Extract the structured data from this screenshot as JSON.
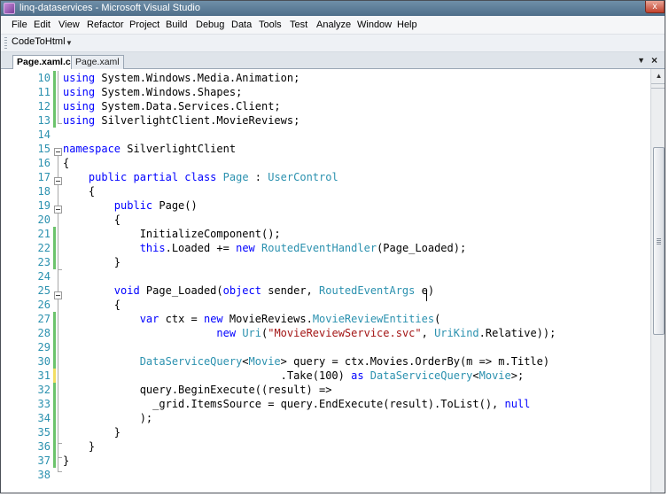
{
  "window": {
    "title": "linq-dataservices - Microsoft Visual Studio",
    "close_glyph": "x"
  },
  "menu": [
    "File",
    "Edit",
    "View",
    "Refactor",
    "Project",
    "Build",
    "Debug",
    "Data",
    "Tools",
    "Test",
    "Analyze",
    "Window",
    "Help"
  ],
  "toolbar": {
    "code_to_html_label": "CodeToHtml",
    "overflow_glyph": "▼"
  },
  "tabs": {
    "active": "Page.xaml.cs*",
    "inactive": "Page.xaml",
    "dropdown_glyph": "▼",
    "close_glyph": "×"
  },
  "colors": {
    "keyword": "#0000ff",
    "type": "#2b91af",
    "string": "#a31515",
    "line_number": "#2b91af",
    "change_saved": "#6cc36c",
    "change_unsaved": "#f2de63"
  },
  "editor": {
    "lines": [
      {
        "n": "10",
        "tokens": [
          [
            "k",
            "using"
          ],
          [
            "p",
            " System.Windows.Media.Animation;"
          ]
        ]
      },
      {
        "n": "11",
        "tokens": [
          [
            "k",
            "using"
          ],
          [
            "p",
            " System.Windows.Shapes;"
          ]
        ]
      },
      {
        "n": "12",
        "tokens": [
          [
            "k",
            "using"
          ],
          [
            "p",
            " System.Data.Services.Client;"
          ]
        ]
      },
      {
        "n": "13",
        "tokens": [
          [
            "k",
            "using"
          ],
          [
            "p",
            " SilverlightClient.MovieReviews;"
          ]
        ]
      },
      {
        "n": "14",
        "tokens": []
      },
      {
        "n": "15",
        "tokens": [
          [
            "k",
            "namespace"
          ],
          [
            "p",
            " SilverlightClient"
          ]
        ]
      },
      {
        "n": "16",
        "tokens": [
          [
            "p",
            "{"
          ]
        ]
      },
      {
        "n": "17",
        "tokens": [
          [
            "p",
            "    "
          ],
          [
            "k",
            "public partial class"
          ],
          [
            "p",
            " "
          ],
          [
            "t",
            "Page"
          ],
          [
            "p",
            " : "
          ],
          [
            "t",
            "UserControl"
          ]
        ]
      },
      {
        "n": "18",
        "tokens": [
          [
            "p",
            "    {"
          ]
        ]
      },
      {
        "n": "19",
        "tokens": [
          [
            "p",
            "        "
          ],
          [
            "k",
            "public"
          ],
          [
            "p",
            " Page()"
          ]
        ]
      },
      {
        "n": "20",
        "tokens": [
          [
            "p",
            "        {"
          ]
        ]
      },
      {
        "n": "21",
        "tokens": [
          [
            "p",
            "            InitializeComponent();"
          ]
        ]
      },
      {
        "n": "22",
        "tokens": [
          [
            "p",
            "            "
          ],
          [
            "k",
            "this"
          ],
          [
            "p",
            ".Loaded += "
          ],
          [
            "k",
            "new"
          ],
          [
            "p",
            " "
          ],
          [
            "t",
            "RoutedEventHandler"
          ],
          [
            "p",
            "(Page_Loaded);"
          ]
        ]
      },
      {
        "n": "23",
        "tokens": [
          [
            "p",
            "        }"
          ]
        ]
      },
      {
        "n": "24",
        "tokens": []
      },
      {
        "n": "25",
        "tokens": [
          [
            "p",
            "        "
          ],
          [
            "k",
            "void"
          ],
          [
            "p",
            " Page_Loaded("
          ],
          [
            "k",
            "object"
          ],
          [
            "p",
            " sender, "
          ],
          [
            "t",
            "RoutedEventArgs"
          ],
          [
            "p",
            " e)"
          ]
        ]
      },
      {
        "n": "26",
        "tokens": [
          [
            "p",
            "        {"
          ]
        ]
      },
      {
        "n": "27",
        "tokens": [
          [
            "p",
            "            "
          ],
          [
            "k",
            "var"
          ],
          [
            "p",
            " ctx = "
          ],
          [
            "k",
            "new"
          ],
          [
            "p",
            " MovieReviews."
          ],
          [
            "t",
            "MovieReviewEntities"
          ],
          [
            "p",
            "("
          ]
        ]
      },
      {
        "n": "28",
        "tokens": [
          [
            "p",
            "                        "
          ],
          [
            "k",
            "new"
          ],
          [
            "p",
            " "
          ],
          [
            "t",
            "Uri"
          ],
          [
            "p",
            "("
          ],
          [
            "s",
            "\"MovieReviewService.svc\""
          ],
          [
            "p",
            ", "
          ],
          [
            "t",
            "UriKind"
          ],
          [
            "p",
            ".Relative));"
          ]
        ]
      },
      {
        "n": "29",
        "tokens": []
      },
      {
        "n": "30",
        "tokens": [
          [
            "p",
            "            "
          ],
          [
            "t",
            "DataServiceQuery"
          ],
          [
            "p",
            "<"
          ],
          [
            "t",
            "Movie"
          ],
          [
            "p",
            "> query = ctx.Movies.OrderBy(m => m.Title)"
          ]
        ]
      },
      {
        "n": "31",
        "tokens": [
          [
            "p",
            "                                  .Take(100) "
          ],
          [
            "k",
            "as"
          ],
          [
            "p",
            " "
          ],
          [
            "t",
            "DataServiceQuery"
          ],
          [
            "p",
            "<"
          ],
          [
            "t",
            "Movie"
          ],
          [
            "p",
            ">;"
          ]
        ]
      },
      {
        "n": "32",
        "tokens": [
          [
            "p",
            "            query.BeginExecute((result) =>"
          ]
        ]
      },
      {
        "n": "33",
        "tokens": [
          [
            "p",
            "              _grid.ItemsSource = query.EndExecute(result).ToList(), "
          ],
          [
            "k",
            "null"
          ]
        ]
      },
      {
        "n": "34",
        "tokens": [
          [
            "p",
            "            );"
          ]
        ]
      },
      {
        "n": "35",
        "tokens": [
          [
            "p",
            "        }"
          ]
        ]
      },
      {
        "n": "36",
        "tokens": [
          [
            "p",
            "    }"
          ]
        ]
      },
      {
        "n": "37",
        "tokens": [
          [
            "p",
            "}"
          ]
        ]
      },
      {
        "n": "38",
        "tokens": []
      }
    ]
  }
}
